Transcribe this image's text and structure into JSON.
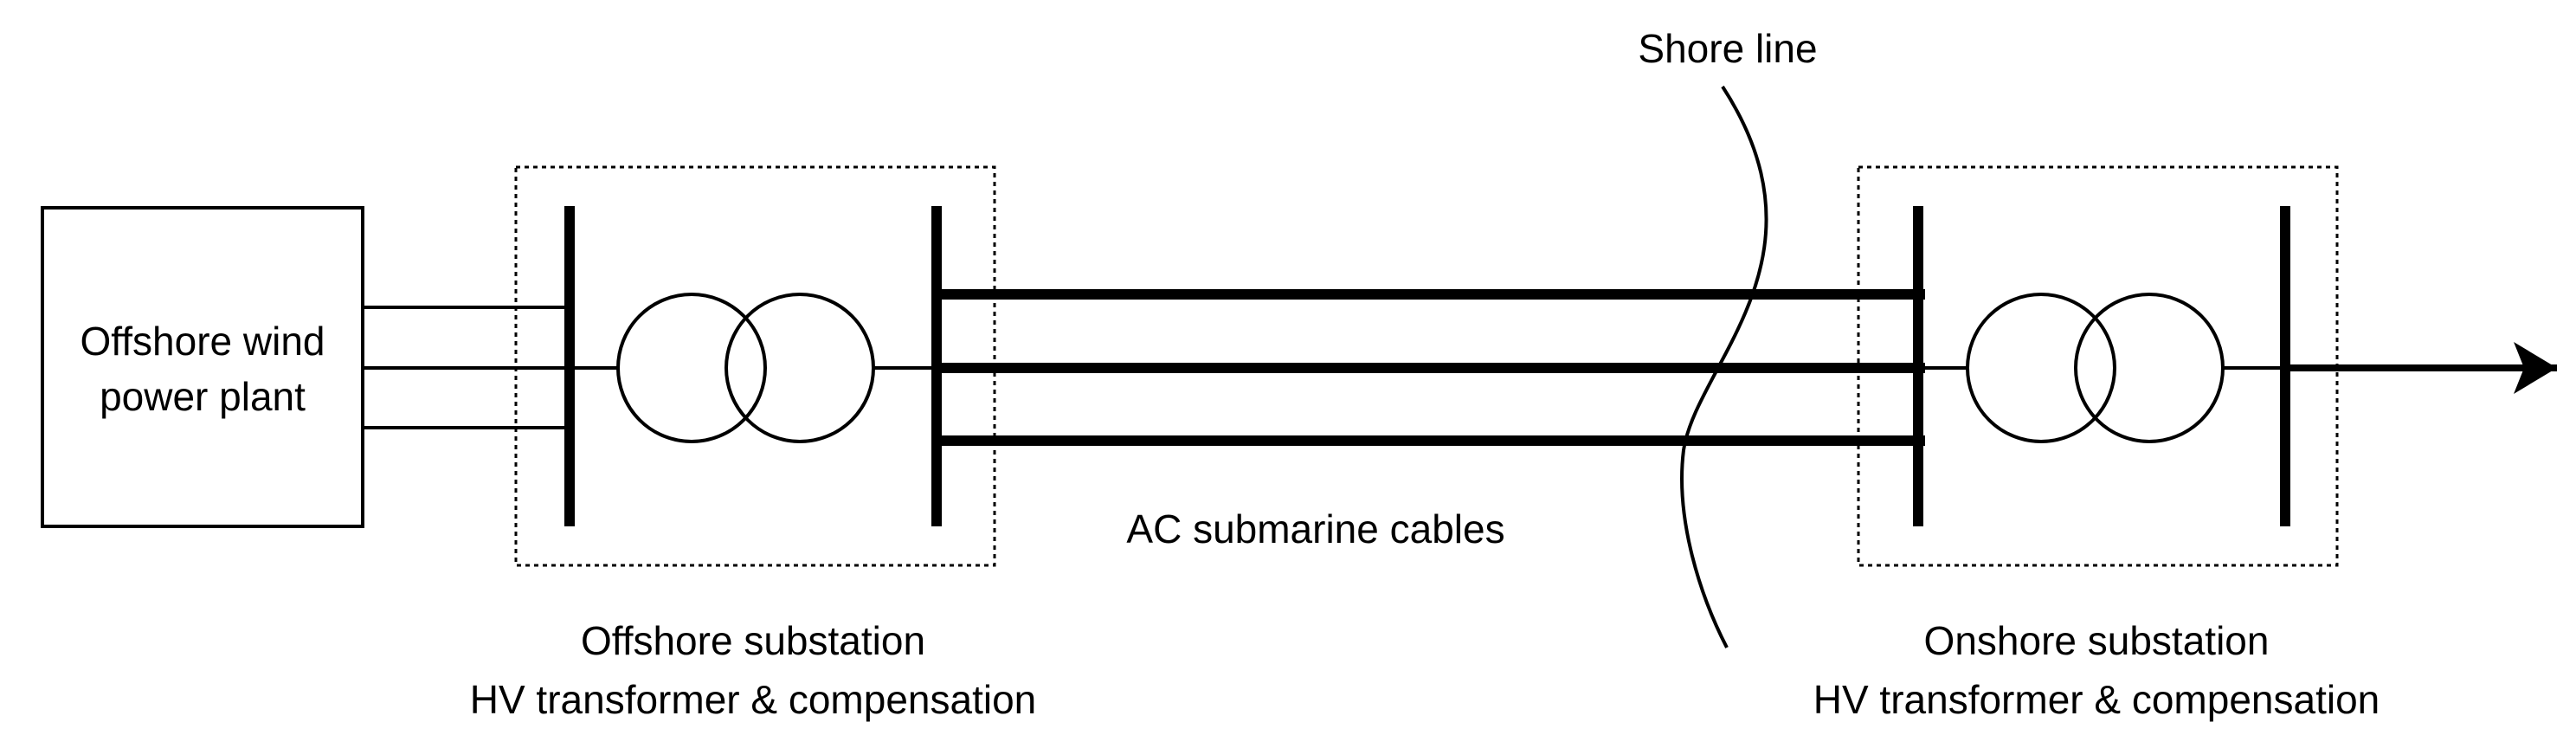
{
  "plant": {
    "line1": "Offshore wind",
    "line2": "power plant"
  },
  "offshore_substation": {
    "line1": "Offshore substation",
    "line2": "HV transformer & compensation"
  },
  "onshore_substation": {
    "line1": "Onshore substation",
    "line2": "HV transformer & compensation"
  },
  "cables": {
    "label": "AC submarine cables"
  },
  "shore": {
    "label": "Shore line"
  },
  "colors": {
    "stroke": "#000000",
    "background": "#ffffff"
  }
}
